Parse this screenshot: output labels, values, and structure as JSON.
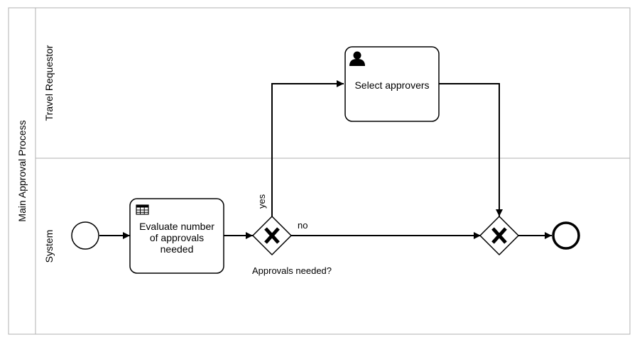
{
  "pool": {
    "label": "Main Approval Process"
  },
  "lanes": [
    {
      "id": "travel-requestor",
      "label": "Travel Requestor"
    },
    {
      "id": "system",
      "label": "System"
    }
  ],
  "tasks": {
    "select_approvers": {
      "label": "Select approvers",
      "icon": "user-icon"
    },
    "evaluate": {
      "lines": [
        "Evaluate number",
        "of approvals",
        "needed"
      ],
      "icon": "business-rule-table-icon"
    }
  },
  "gateways": {
    "split": {
      "label": "Approvals needed?",
      "icon": "exclusive-gateway-x-icon"
    },
    "join": {
      "icon": "exclusive-gateway-x-icon"
    }
  },
  "flows": {
    "yes_label": "yes",
    "no_label": "no"
  },
  "events": {
    "start": "start-event",
    "end": "end-event"
  }
}
